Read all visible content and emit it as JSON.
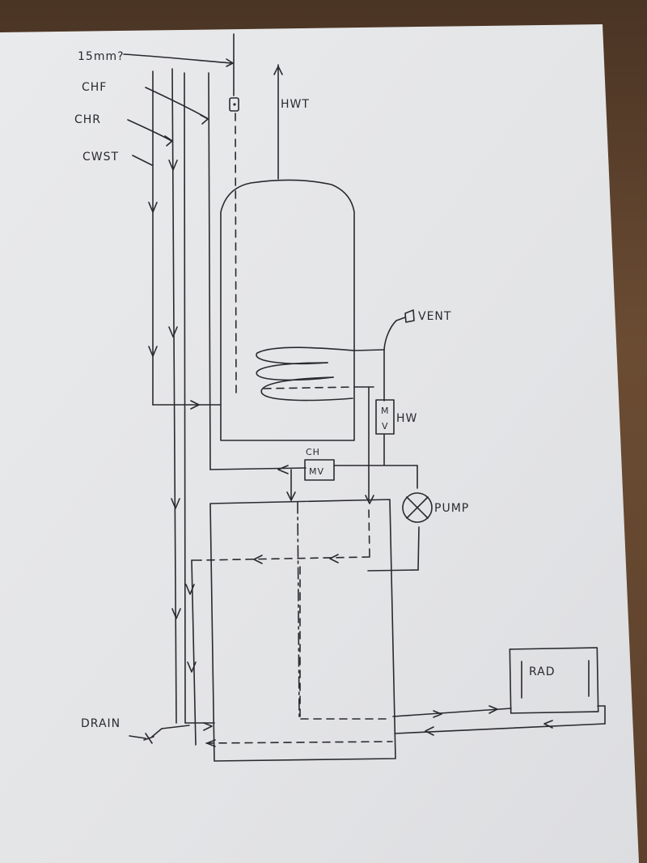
{
  "labels": {
    "pipe_15mm": "15mm?",
    "chf": "CHF",
    "chr": "CHR",
    "cwst": "CWST",
    "hwt": "HWT",
    "vent": "VENT",
    "hw": "HW",
    "ch": "CH",
    "mv": "MV",
    "mv_m": "M",
    "mv_v": "V",
    "pump": "PUMP",
    "rad": "RAD",
    "drain": "DRAIN"
  },
  "colors": {
    "ink": "#2a2a2e",
    "paper": "#e6e7e9",
    "desk": "#5a4230"
  },
  "icons": [
    "vent-valve-icon",
    "pump-icon",
    "drain-valve-icon",
    "arrow-icon"
  ]
}
